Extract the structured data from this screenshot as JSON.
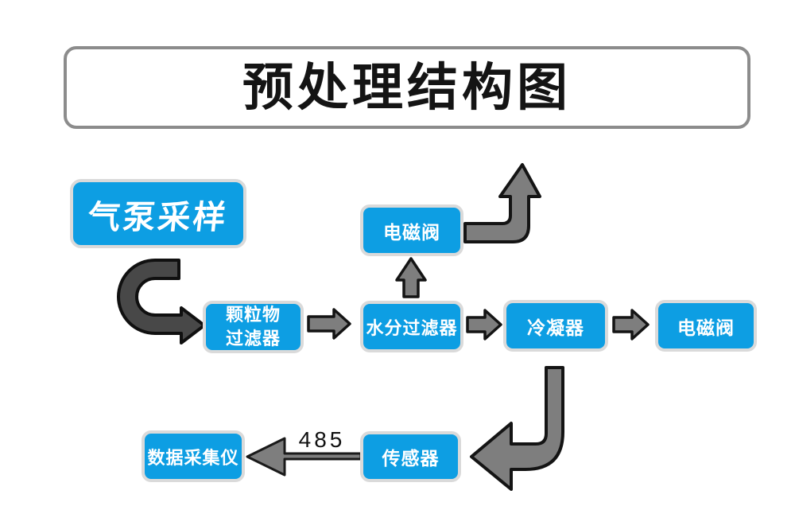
{
  "title": {
    "text": "预处理结构图"
  },
  "nodes": {
    "pump": {
      "label": "气泵采样"
    },
    "solenoid_top": {
      "label": "电磁阀"
    },
    "particulate_filter": {
      "label": "颗粒物\n过滤器"
    },
    "moisture_filter": {
      "label": "水分过滤器"
    },
    "condenser": {
      "label": "冷凝器"
    },
    "solenoid_right": {
      "label": "电磁阀"
    },
    "data_logger": {
      "label": "数据采集仪"
    },
    "sensor": {
      "label": "传感器"
    }
  },
  "labels": {
    "bus": "485"
  },
  "flow": [
    "气泵采样 → 颗粒物过滤器",
    "颗粒物过滤器 → 水分过滤器",
    "水分过滤器 → 电磁阀(上)",
    "电磁阀(上) → 排气(向上)",
    "水分过滤器 → 冷凝器",
    "冷凝器 → 电磁阀(右)",
    "冷凝器 → 传感器",
    "传感器 → 数据采集仪 (485)"
  ],
  "colors": {
    "background": "#FFFFFF",
    "node_fill": "#0D9EE3",
    "node_border": "#DADADA",
    "node_text": "#FFFFFF",
    "arrow_gray_fill": "#7E7E7E",
    "arrow_dark_fill": "#484848",
    "arrow_outline": "#141414",
    "title_border": "#8C8C8C",
    "title_text": "#141414"
  }
}
